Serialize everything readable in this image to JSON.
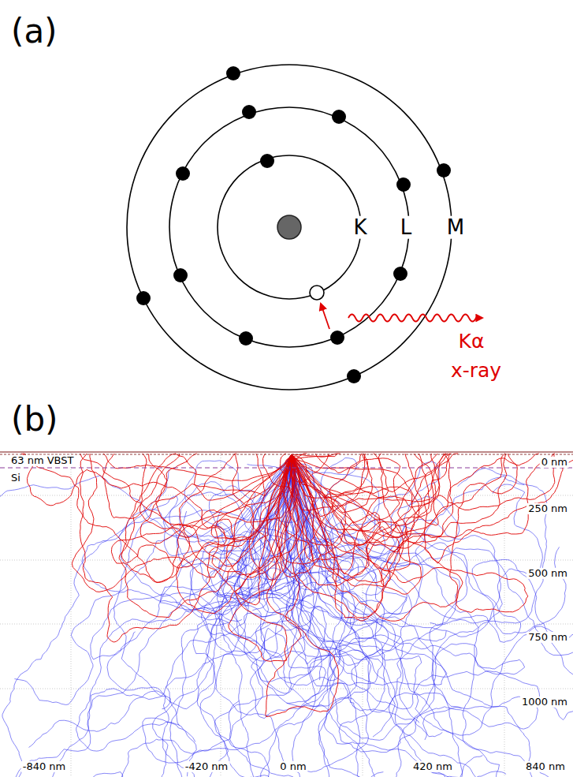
{
  "diagram": {
    "labels": [
      "(a)",
      "K",
      "L",
      "M",
      "Kα",
      "x-ray",
      "(b)",
      "63 nm VBST",
      "Si",
      "0 nm",
      "250 nm",
      "500 nm",
      "750 nm",
      "1000 nm",
      "-840 nm",
      "-420 nm",
      "0 nm",
      "420 nm",
      "840 nm"
    ]
  }
}
